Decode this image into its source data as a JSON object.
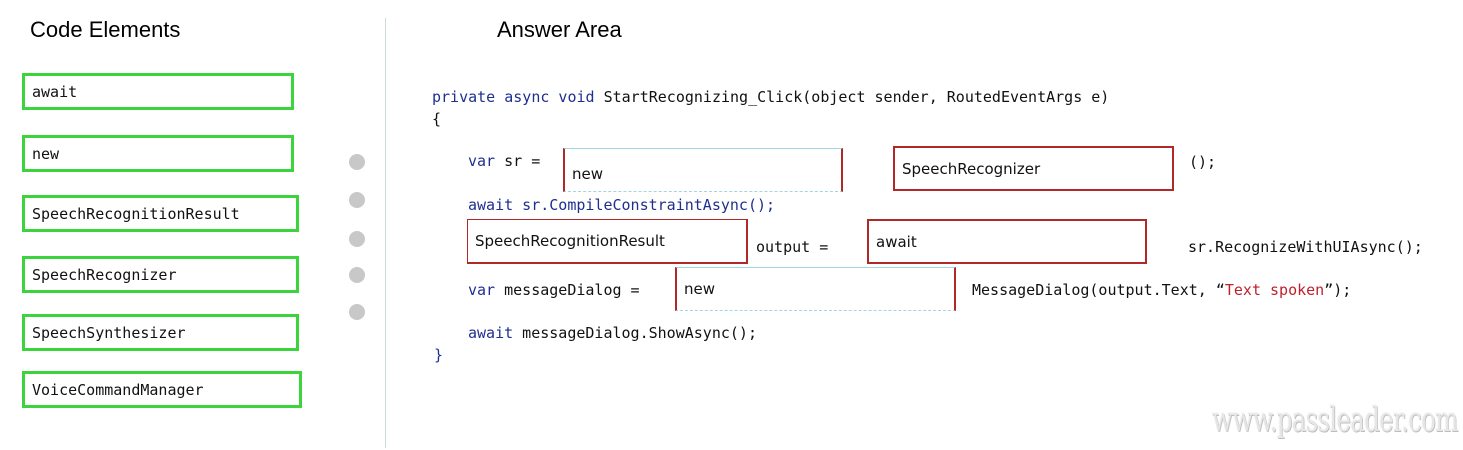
{
  "headings": {
    "code_elements": "Code Elements",
    "answer_area": "Answer Area"
  },
  "code_elements": [
    "await",
    "new",
    "SpeechRecognitionResult",
    "SpeechRecognizer",
    "SpeechSynthesizer",
    "VoiceCommandManager"
  ],
  "code": {
    "line1_kw": "private async void",
    "line1_rest": " StartRecognizing_Click(object sender, RoutedEventArgs e)",
    "open_brace": "{",
    "line2_kw": "var",
    "line2_rest": " sr =",
    "line2_tail": "();",
    "line3_kw": "await",
    "line3_rest": " sr.CompileConstraintAsync();",
    "line4_mid": "output =",
    "line4_tail": "sr.RecognizeWithUIAsync();",
    "line5_kw": "var",
    "line5_rest": " messageDialog =",
    "line5_tail_a": "MessageDialog(output.Text, “",
    "line5_tail_str": "Text spoken",
    "line5_tail_b": "”);",
    "line6_kw": "await",
    "line6_rest": " messageDialog.ShowAsync();",
    "close_brace": "}"
  },
  "slots": {
    "slot1": "new",
    "slot2": "SpeechRecognizer",
    "slot3": "SpeechRecognitionResult",
    "slot4": "await",
    "slot5": "new"
  },
  "watermark": "www.passleader.com",
  "colors": {
    "element_border": "#3cd43c",
    "slot_border": "#b02828",
    "keyword": "#1f2f8f",
    "string": "#c0202a"
  }
}
